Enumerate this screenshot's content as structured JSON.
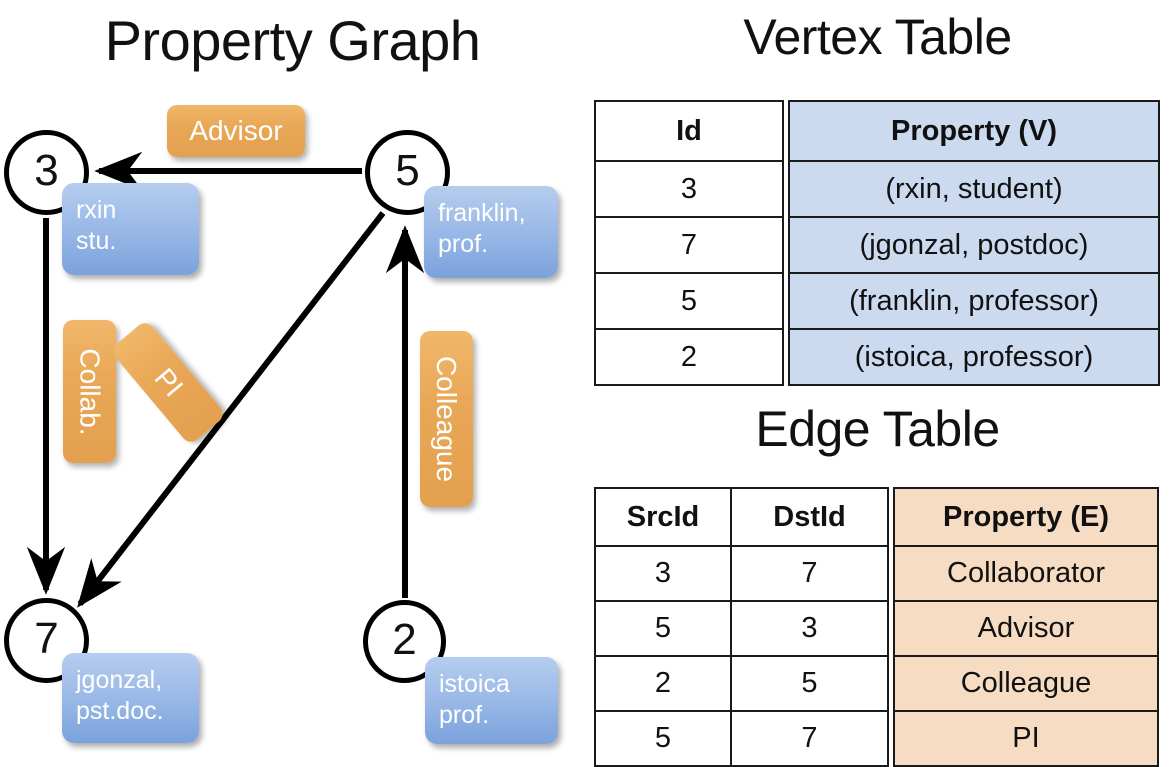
{
  "titles": {
    "property_graph": "Property Graph",
    "vertex_table": "Vertex Table",
    "edge_table": "Edge Table"
  },
  "colors": {
    "vertex_property_fill": "#ccdaf0",
    "edge_property_fill": "#f5dcc2",
    "node_property_box": "#9dbbe8",
    "edge_label_box": "#e9a857",
    "stroke": "#000000",
    "background": "#ffffff"
  },
  "graph": {
    "nodes": [
      {
        "id": "3",
        "property_text": "rxin\nstu."
      },
      {
        "id": "5",
        "property_text": "franklin,\nprof."
      },
      {
        "id": "7",
        "property_text": "jgonzal,\npst.doc."
      },
      {
        "id": "2",
        "property_text": "istoica\nprof."
      }
    ],
    "edge_labels": [
      {
        "name": "advisor",
        "text": "Advisor"
      },
      {
        "name": "collab",
        "text": "Collab."
      },
      {
        "name": "pi",
        "text": "PI"
      },
      {
        "name": "colleague",
        "text": "Colleague"
      }
    ],
    "edges": [
      {
        "src": "5",
        "dst": "3",
        "label": "Advisor"
      },
      {
        "src": "3",
        "dst": "7",
        "label": "Collab."
      },
      {
        "src": "5",
        "dst": "7",
        "label": "PI"
      },
      {
        "src": "2",
        "dst": "5",
        "label": "Colleague"
      }
    ]
  },
  "vertex_table": {
    "headers": [
      "Id",
      "Property (V)"
    ],
    "rows": [
      {
        "id": "3",
        "property": "(rxin, student)"
      },
      {
        "id": "7",
        "property": "(jgonzal, postdoc)"
      },
      {
        "id": "5",
        "property": "(franklin, professor)"
      },
      {
        "id": "2",
        "property": "(istoica, professor)"
      }
    ]
  },
  "edge_table": {
    "headers": [
      "SrcId",
      "DstId",
      "Property (E)"
    ],
    "rows": [
      {
        "src": "3",
        "dst": "7",
        "property": "Collaborator"
      },
      {
        "src": "5",
        "dst": "3",
        "property": "Advisor"
      },
      {
        "src": "2",
        "dst": "5",
        "property": "Colleague"
      },
      {
        "src": "5",
        "dst": "7",
        "property": "PI"
      }
    ]
  }
}
